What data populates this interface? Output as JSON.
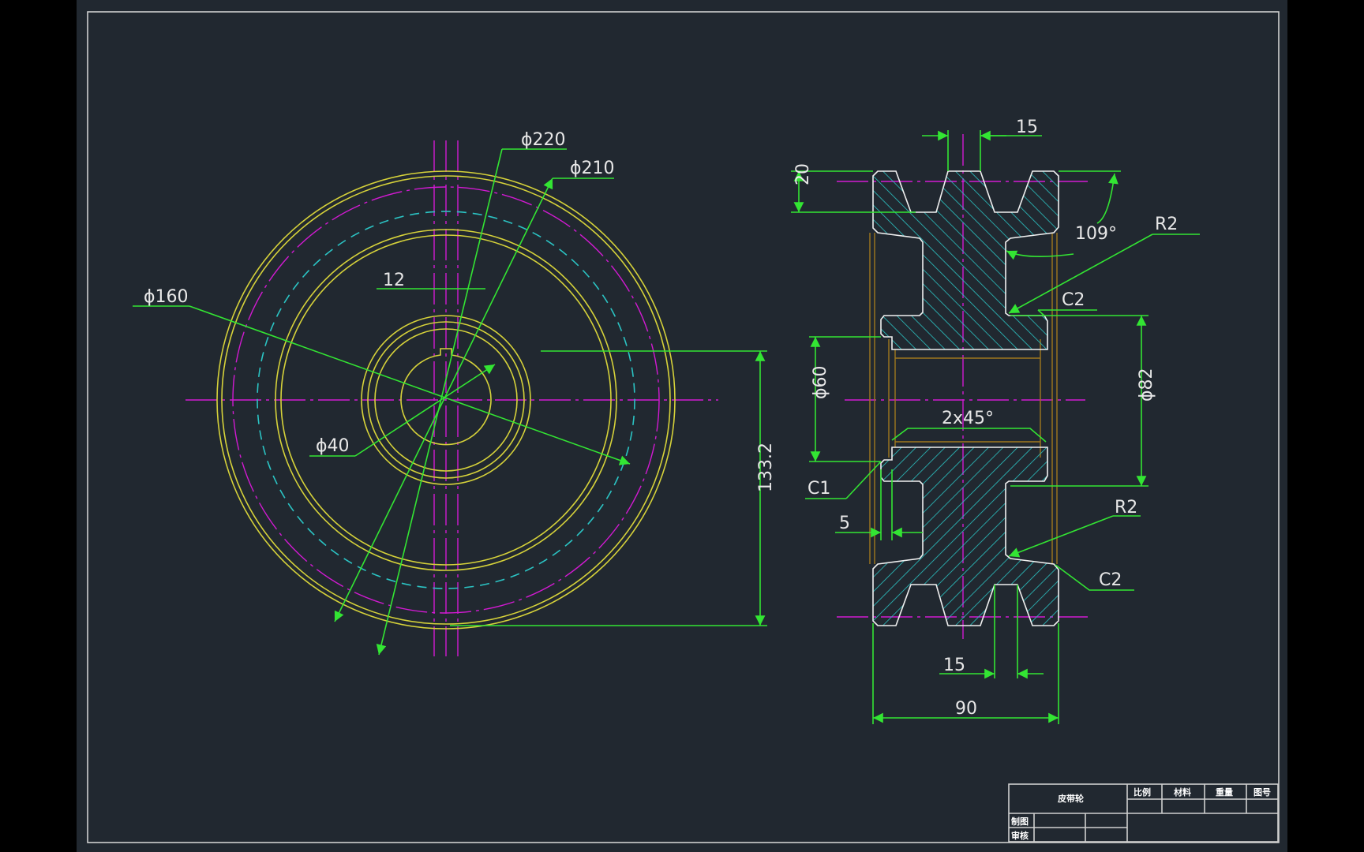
{
  "drawing": {
    "title": "皮带轮",
    "title_block": {
      "headers": [
        "比例",
        "材料",
        "重量",
        "图号"
      ],
      "drawn_by_label": "制图",
      "checked_by_label": "审核"
    },
    "front_view": {
      "dims": {
        "d220": "ϕ220",
        "d210": "ϕ210",
        "w12": "12",
        "d160": "ϕ160",
        "d40": "ϕ40",
        "h133": "133.2"
      }
    },
    "section_view": {
      "dims": {
        "top15": "15",
        "h20": "20",
        "angle": "109°",
        "r2_top": "R2",
        "c2_top": "C2",
        "d60": "ϕ60",
        "d82": "ϕ82",
        "chamfer": "2x45°",
        "c1": "C1",
        "w5": "5",
        "r2_bottom": "R2",
        "c2_bottom": "C2",
        "bottom15": "15",
        "w90": "90"
      }
    },
    "colors": {
      "background": "#212830",
      "outline": "#f0f0f0",
      "dimension": "#33e533",
      "center": "#d21ad2",
      "hatch": "#2bc4c4",
      "circle": "#d6d23a"
    }
  }
}
